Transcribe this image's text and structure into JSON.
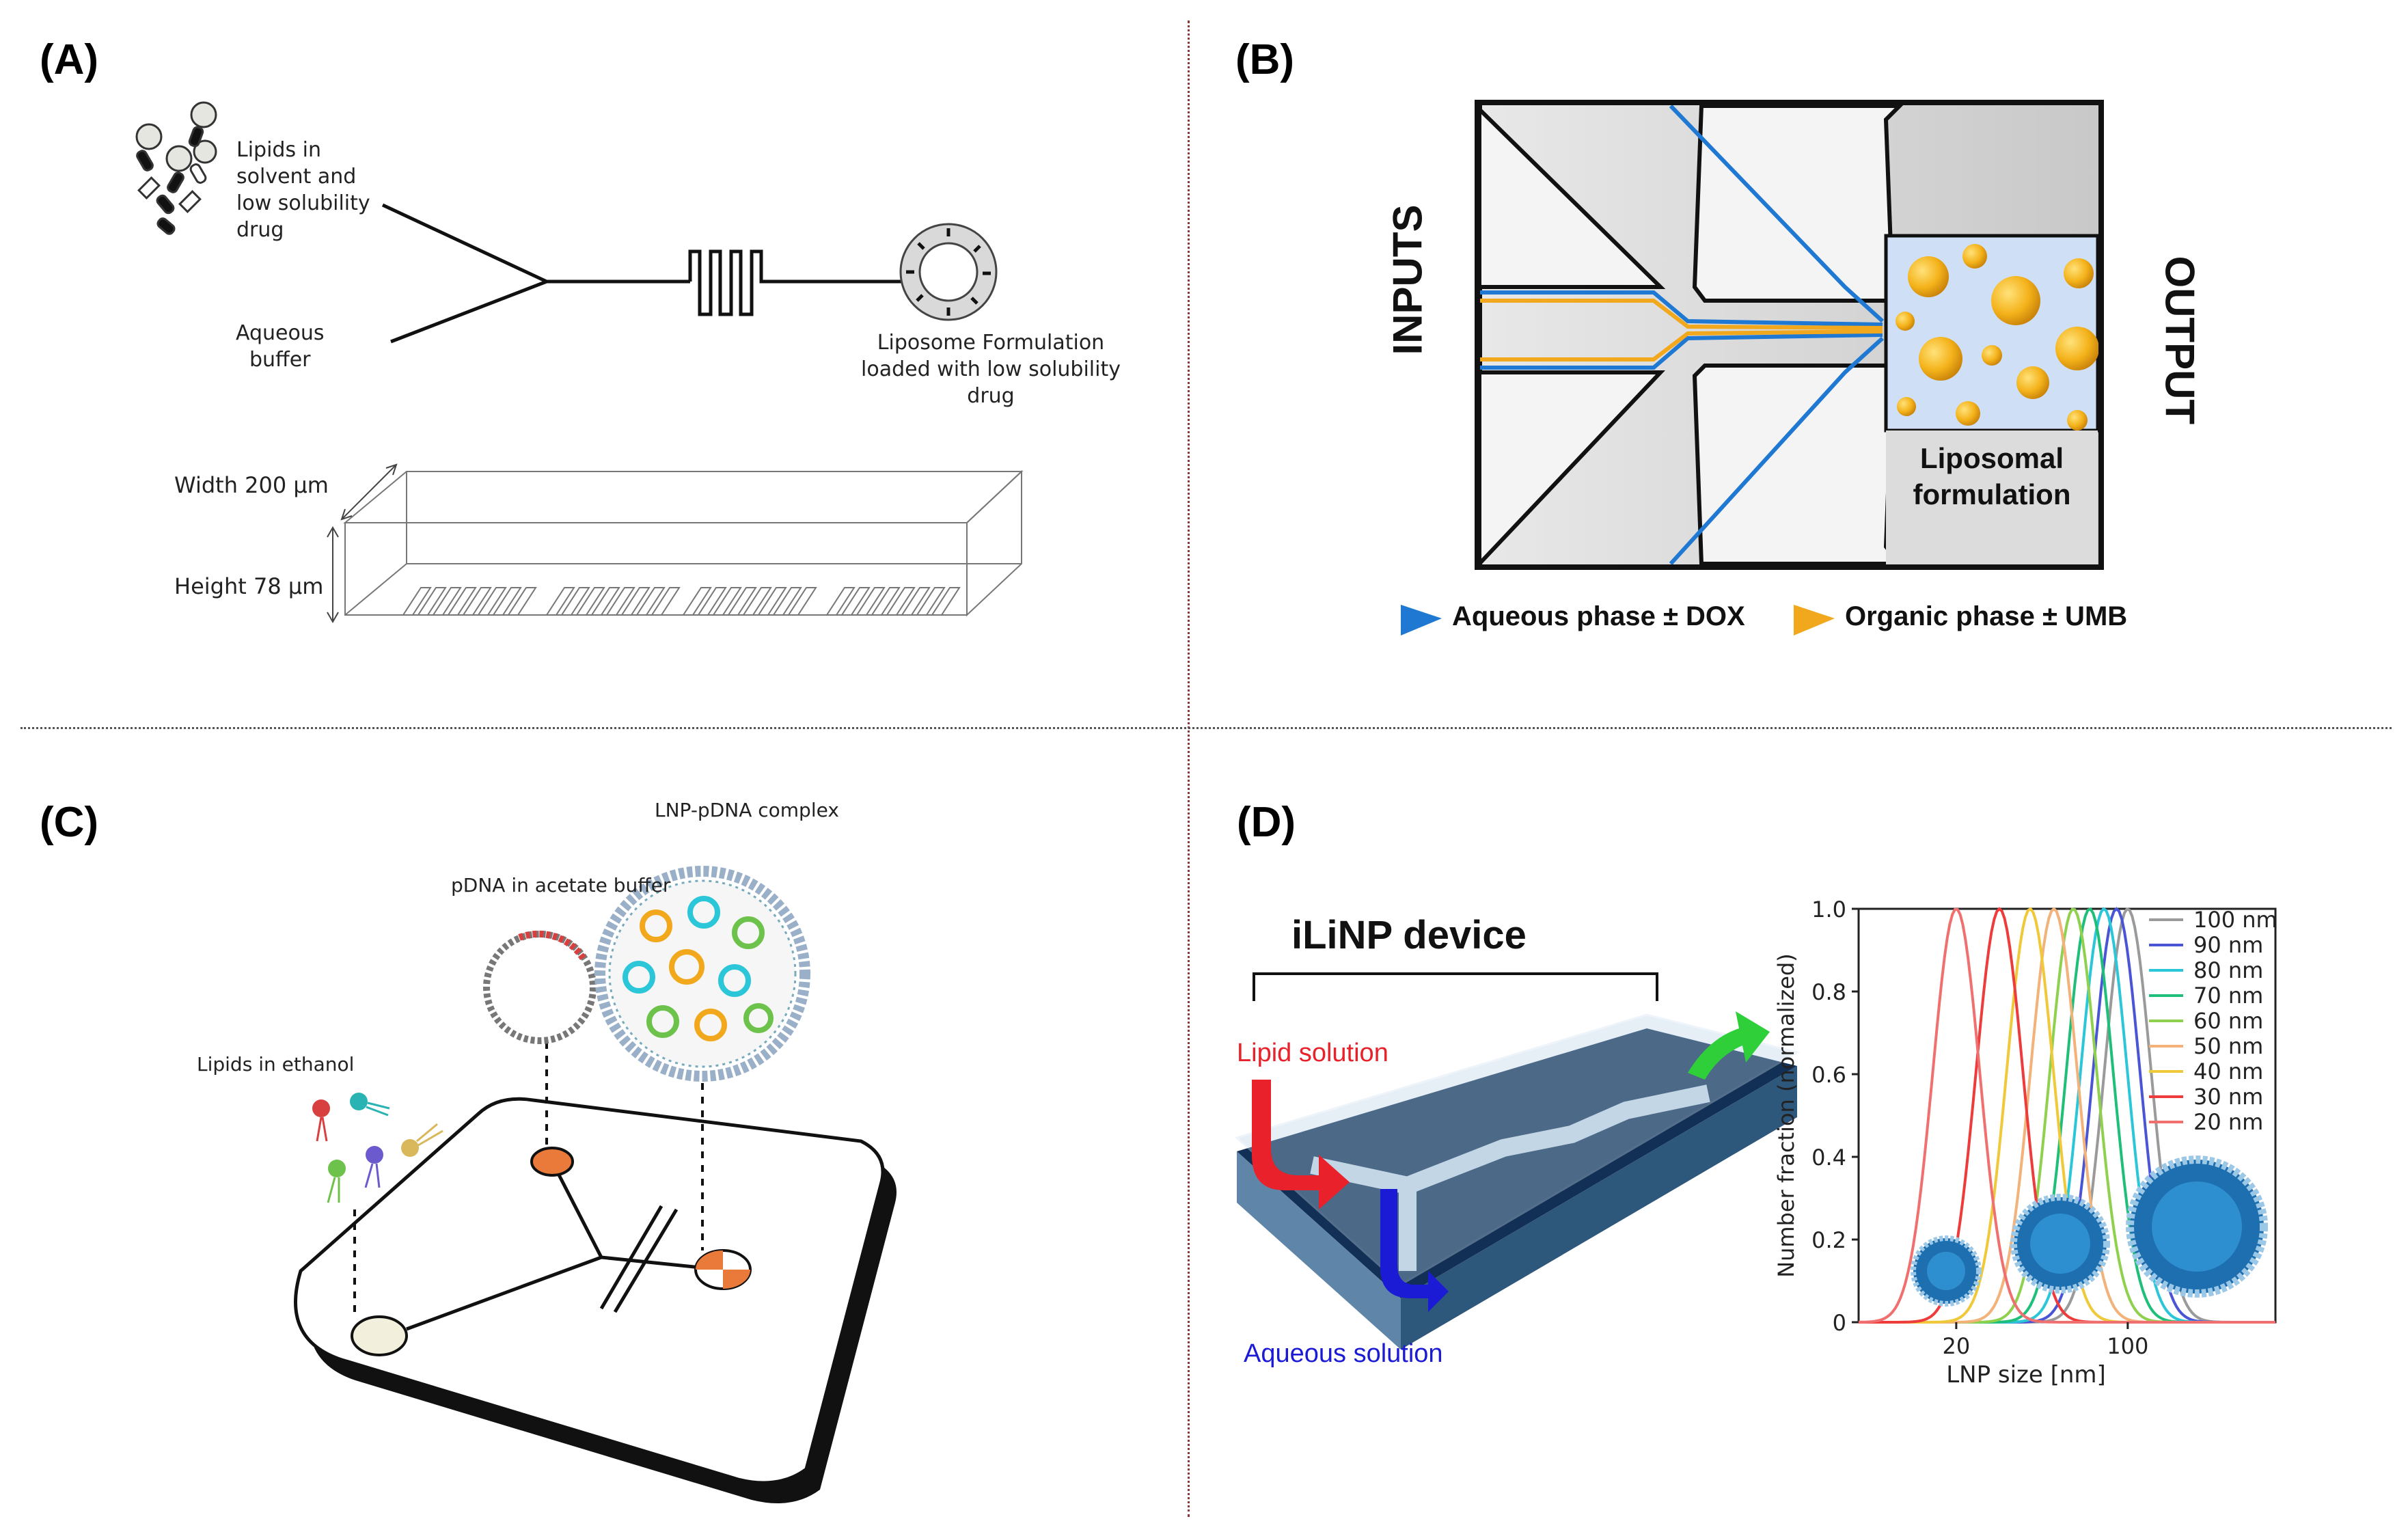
{
  "panels": {
    "a": {
      "label": "(A)",
      "lipids_label": [
        "Lipids in",
        "solvent and",
        "low solubility",
        "drug"
      ],
      "aqueous_label": [
        "Aqueous",
        "buffer"
      ],
      "liposome_label": [
        "Liposome Formulation",
        "loaded with low solubility",
        "drug"
      ],
      "width_label": "Width 200 µm",
      "height_label": "Height 78 µm"
    },
    "b": {
      "label": "(B)",
      "inputs_label": "INPUTS",
      "output_label": "OUTPUT",
      "formulation_label": [
        "Liposomal",
        "formulation"
      ],
      "legend": [
        {
          "text": "Aqueous phase ± DOX",
          "color": "#1f78d1"
        },
        {
          "text": "Organic phase ± UMB",
          "color": "#f2a81d"
        }
      ]
    },
    "c": {
      "label": "(C)",
      "complex_label": "LNP-pDNA complex",
      "pdna_label": "pDNA in acetate buffer",
      "lipids_label": "Lipids in ethanol"
    },
    "d": {
      "label": "(D)",
      "device_title": "iLiNP device",
      "lipid_label": "Lipid solution",
      "aqueous_label": "Aqueous solution",
      "chart_data": {
        "type": "line",
        "xlabel": "LNP size [nm]",
        "ylabel": "Number fraction (normalized)",
        "xscale": "log",
        "xlim": [
          8,
          400
        ],
        "ylim": [
          0,
          1.0
        ],
        "x_ticks": [
          20,
          100
        ],
        "y_ticks": [
          0,
          0.2,
          0.4,
          0.6,
          0.8,
          1.0
        ],
        "y_tick_labels": [
          "0",
          "0.2",
          "0.4",
          "0.6",
          "0.8",
          "1.0"
        ],
        "legend_position": "top-right",
        "series": [
          {
            "name": "100 nm",
            "peak": 100,
            "color": "#9a9a9a"
          },
          {
            "name": "90 nm",
            "peak": 90,
            "color": "#4a55d6"
          },
          {
            "name": "80 nm",
            "peak": 80,
            "color": "#2cc6d9"
          },
          {
            "name": "70 nm",
            "peak": 70,
            "color": "#1fbf7a"
          },
          {
            "name": "60 nm",
            "peak": 60,
            "color": "#8fd14f"
          },
          {
            "name": "50 nm",
            "peak": 50,
            "color": "#f2b27a"
          },
          {
            "name": "40 nm",
            "peak": 40,
            "color": "#f0c93b"
          },
          {
            "name": "30 nm",
            "peak": 30,
            "color": "#ee3b3b"
          },
          {
            "name": "20 nm",
            "peak": 20,
            "color": "#f07070"
          }
        ]
      }
    }
  },
  "colors": {
    "aqueous_blue": "#1f78d1",
    "organic_yellow": "#f2a81d",
    "lipid_red": "#e8212a",
    "aqueous_dark_blue": "#1b1bd6",
    "output_green": "#2fcf3a",
    "divider": "#8b3a3a"
  }
}
